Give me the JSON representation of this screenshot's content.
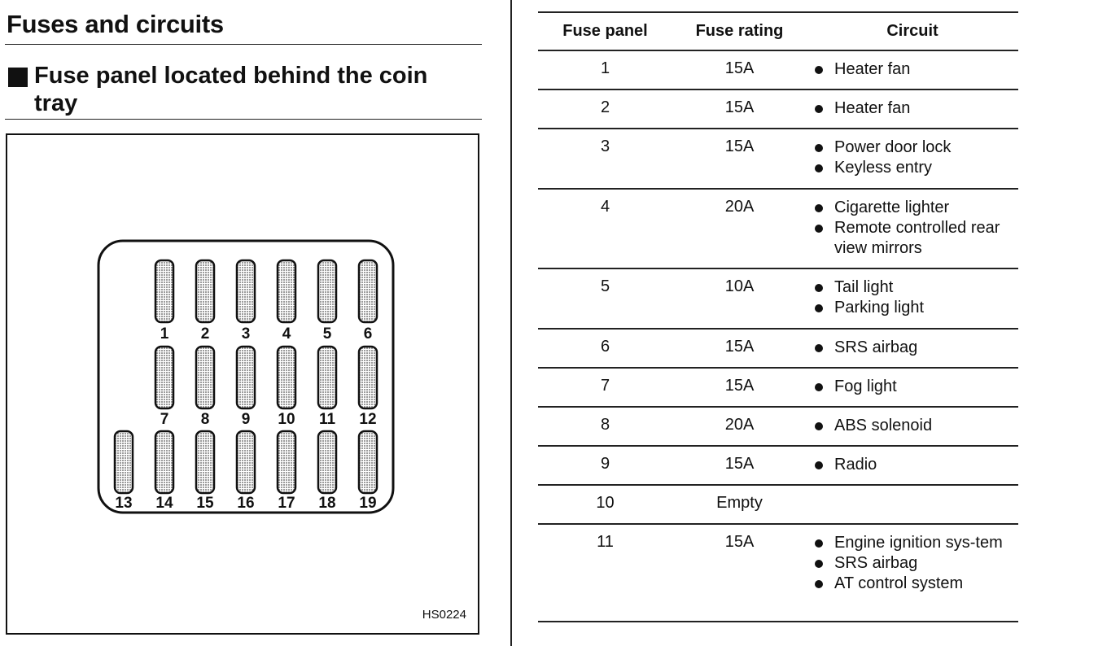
{
  "left": {
    "title": "Fuses and circuits",
    "subtitle": "Fuse panel located behind the coin tray",
    "figure_code": "HS0224",
    "fuse_labels": [
      "1",
      "2",
      "3",
      "4",
      "5",
      "6",
      "7",
      "8",
      "9",
      "10",
      "11",
      "12",
      "13",
      "14",
      "15",
      "16",
      "17",
      "18",
      "19"
    ]
  },
  "table": {
    "headers": {
      "panel": "Fuse panel",
      "rating": "Fuse rating",
      "circuit": "Circuit"
    },
    "rows": [
      {
        "panel": "1",
        "rating": "15A",
        "circuits": [
          "Heater fan"
        ]
      },
      {
        "panel": "2",
        "rating": "15A",
        "circuits": [
          "Heater fan"
        ]
      },
      {
        "panel": "3",
        "rating": "15A",
        "circuits": [
          "Power door lock",
          "Keyless entry"
        ]
      },
      {
        "panel": "4",
        "rating": "20A",
        "circuits": [
          "Cigarette  lighter",
          "Remote controlled rear view mirrors"
        ]
      },
      {
        "panel": "5",
        "rating": "10A",
        "circuits": [
          "Tail light",
          "Parking light"
        ]
      },
      {
        "panel": "6",
        "rating": "15A",
        "circuits": [
          "SRS airbag"
        ]
      },
      {
        "panel": "7",
        "rating": "15A",
        "circuits": [
          "Fog light"
        ]
      },
      {
        "panel": "8",
        "rating": "20A",
        "circuits": [
          "ABS solenoid"
        ]
      },
      {
        "panel": "9",
        "rating": "15A",
        "circuits": [
          "Radio"
        ]
      },
      {
        "panel": "10",
        "rating": "Empty",
        "circuits": []
      },
      {
        "panel": "11",
        "rating": "15A",
        "circuits": [
          "Engine ignition sys-tem",
          "SRS airbag",
          "AT control system"
        ]
      }
    ]
  }
}
